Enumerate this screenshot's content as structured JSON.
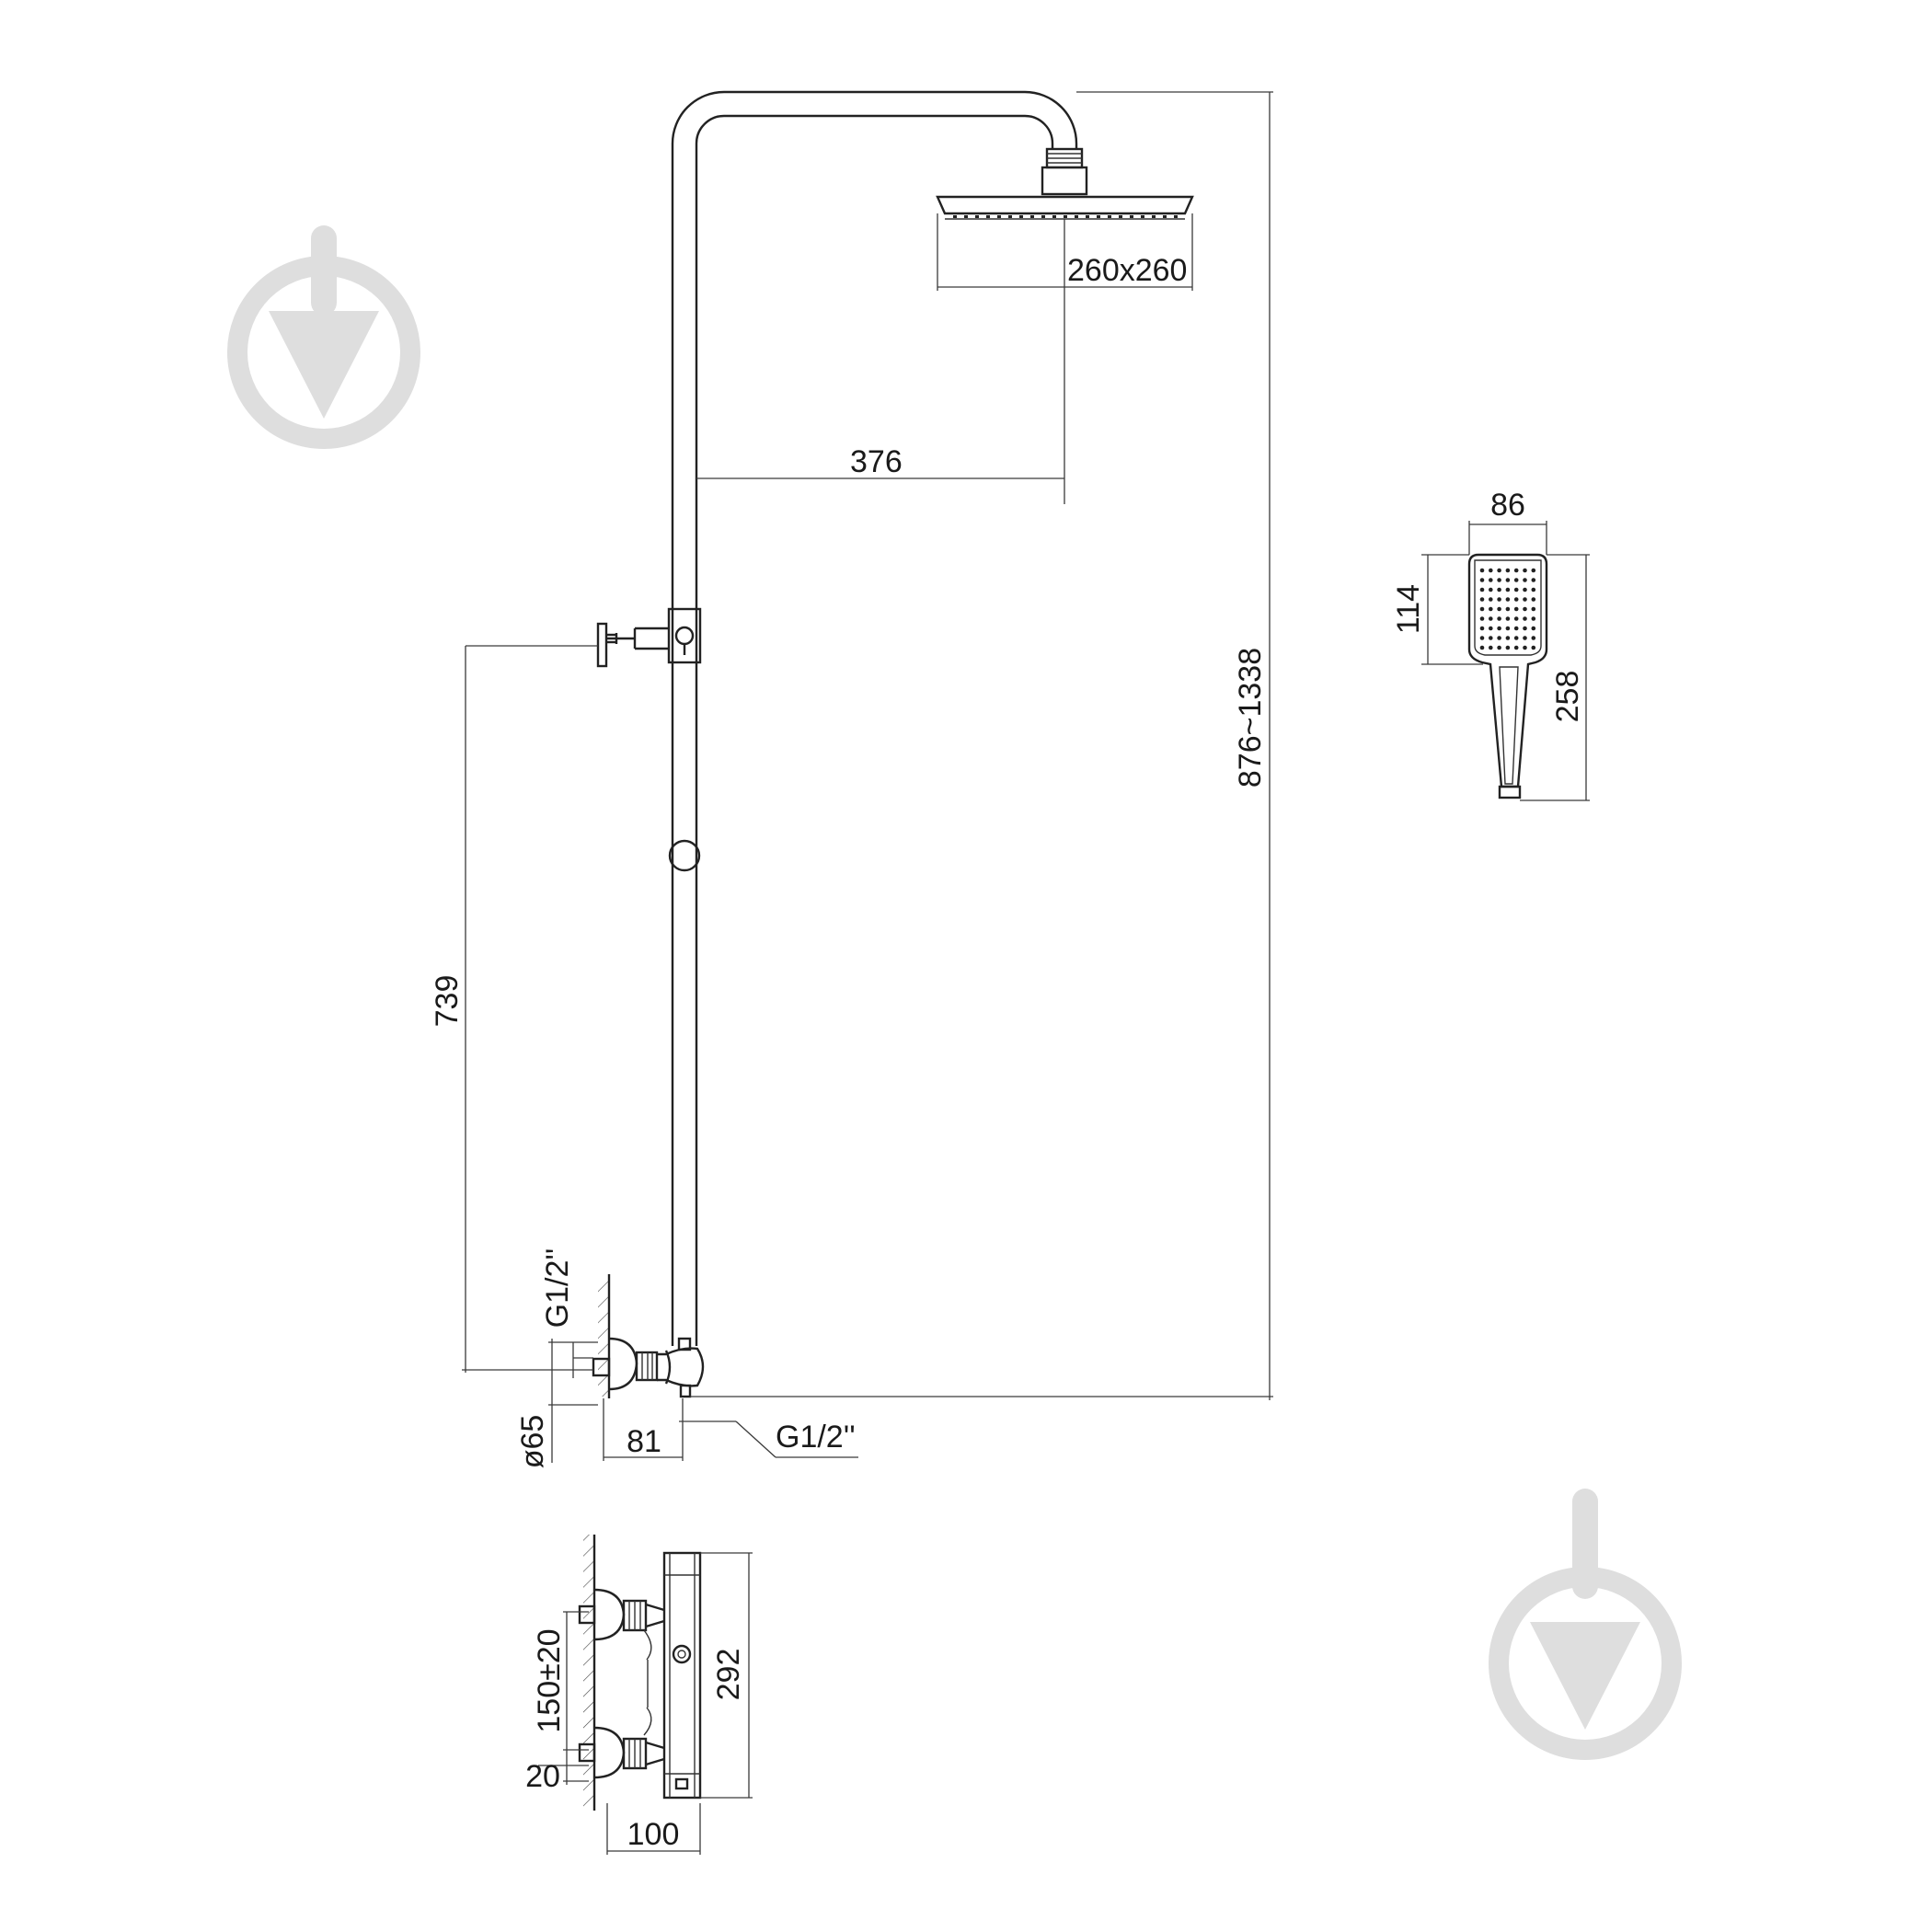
{
  "dimensions": {
    "head_size": "260x260",
    "arm_reach": "376",
    "total_height": "876~1338",
    "holder_height": "739",
    "thread_top": "G1/2''",
    "flange_diameter": "ø65",
    "wall_offset": "81",
    "thread_outlet": "G1/2''",
    "hand_width": "86",
    "hand_head_length": "114",
    "hand_total_length": "258",
    "mixer_center_distance": "150±20",
    "mixer_inlet_offset": "20",
    "mixer_height": "292",
    "mixer_depth": "100"
  },
  "watermark": {
    "icon": "brand-logo-icon",
    "color": "#dedede"
  }
}
